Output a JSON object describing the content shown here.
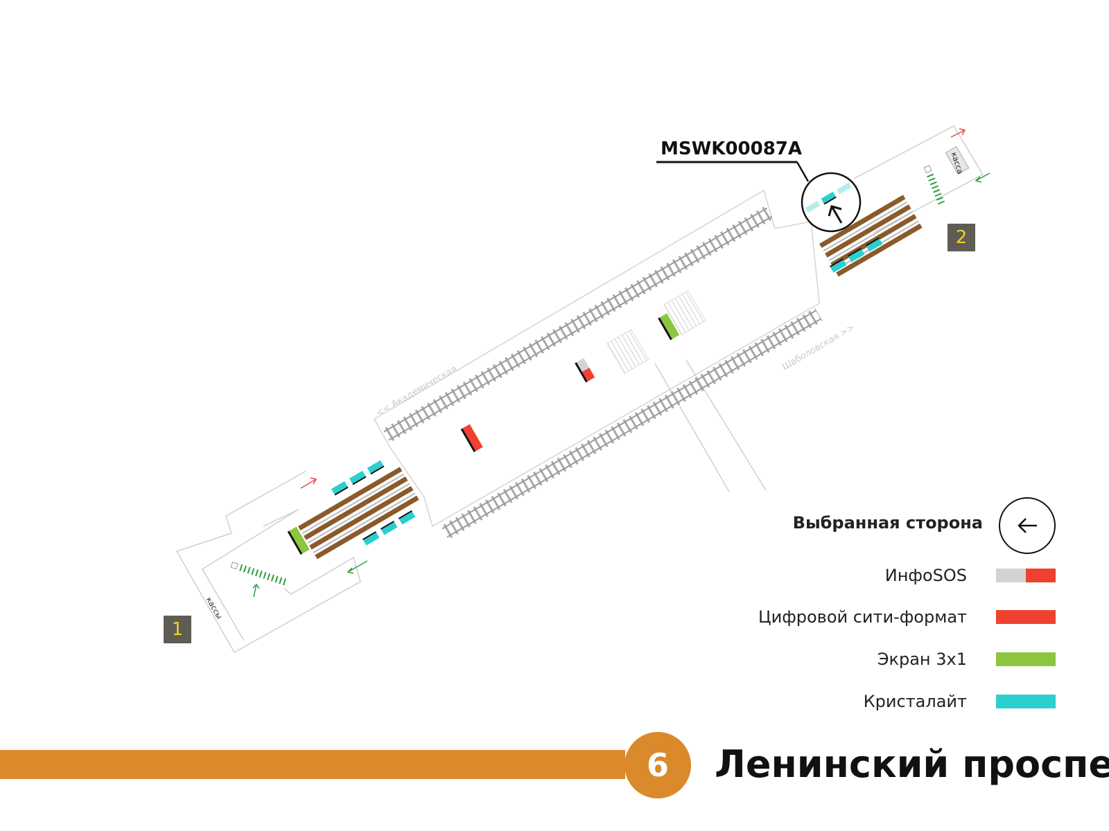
{
  "station": {
    "line_number": "6",
    "line_color": "#da8a2b",
    "name": "Ленинский проспект"
  },
  "map": {
    "highlight_code": "MSWK00087A",
    "exits": [
      {
        "label": "1"
      },
      {
        "label": "2"
      }
    ],
    "direction_left": "<< Академическая",
    "direction_right": "Шаболовская >>",
    "ticket_office_1": "кассы",
    "ticket_office_2": "касса"
  },
  "legend": {
    "selected_side": "Выбранная сторона",
    "items": [
      {
        "label": "ИнфоSOS",
        "colors": [
          "#d3d3d3",
          "#ef4130"
        ]
      },
      {
        "label": "Цифровой сити-формат",
        "colors": [
          "#ef4130"
        ]
      },
      {
        "label": "Экран 3х1",
        "colors": [
          "#8cc63f"
        ]
      },
      {
        "label": "Кристалайт",
        "colors": [
          "#2ccfcf"
        ]
      }
    ]
  },
  "colors": {
    "info_sos_gray": "#d3d3d3",
    "city_format_red": "#ef4130",
    "screen_green": "#8cc63f",
    "crystalite_cyan": "#2ccfcf",
    "escalator_brown": "#8b5a2b",
    "outline_gray": "#cfcfcf",
    "track_gray": "#9a9a9a",
    "exit_badge_bg": "#5d5c55",
    "exit_badge_text": "#f2d21b"
  }
}
